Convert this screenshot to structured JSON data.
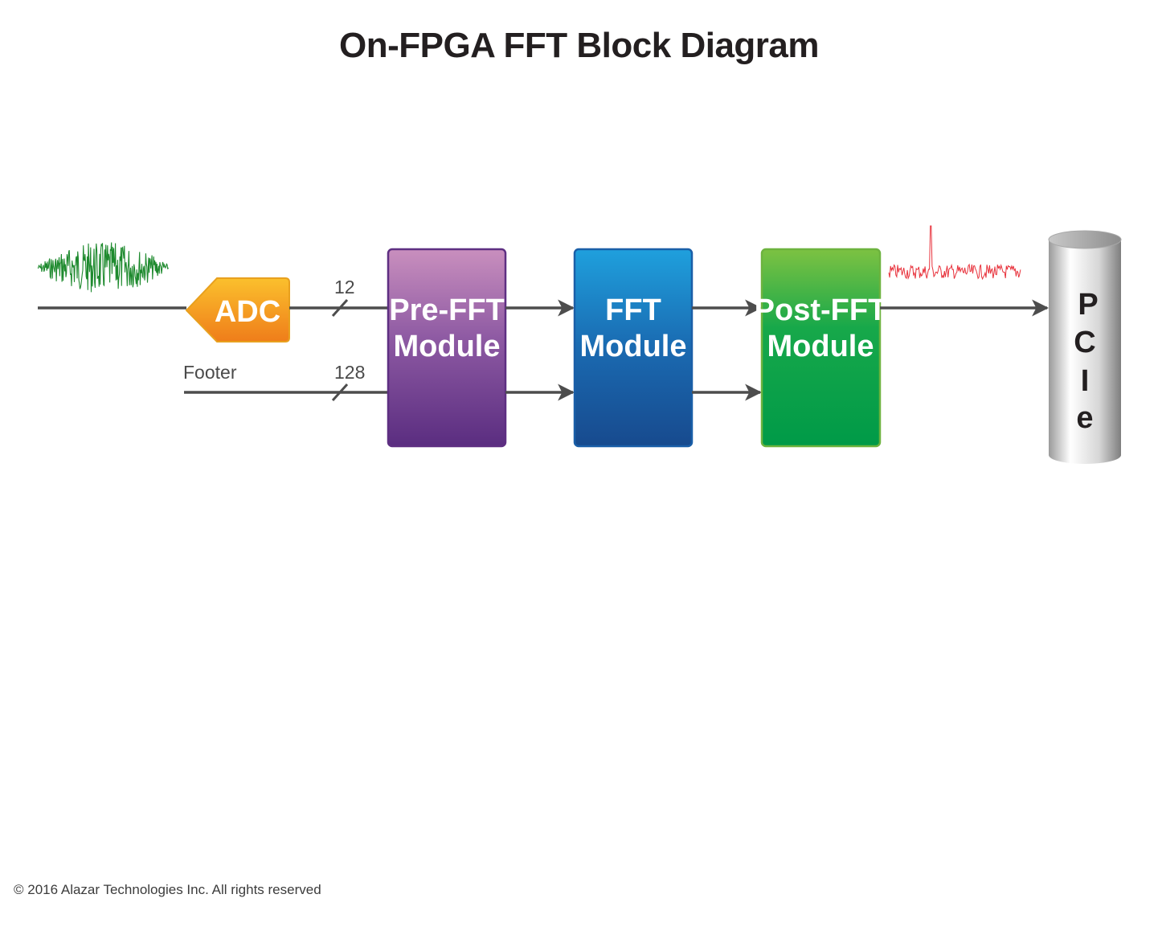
{
  "title": "On-FPGA FFT Block Diagram",
  "blocks": {
    "adc": "ADC",
    "pre_fft": [
      "Pre-FFT",
      "Module"
    ],
    "fft": [
      "FFT",
      "Module"
    ],
    "post_fft": [
      "Post-FFT",
      "Module"
    ],
    "pcie": [
      "P",
      "C",
      "I",
      "e"
    ]
  },
  "bus_widths": {
    "data": "12",
    "footer": "128"
  },
  "footer_label": "Footer",
  "copyright": "© 2016  Alazar Technologies Inc. All rights reserved",
  "colors": {
    "adc": "#f5a623",
    "pre_fft": "#8a4fa0",
    "fft": "#1e7cc6",
    "post_fft": "#1fa84a",
    "time_signal": "#1e8a2e",
    "spectrum": "#e8323c",
    "line": "#4d4d4d"
  }
}
